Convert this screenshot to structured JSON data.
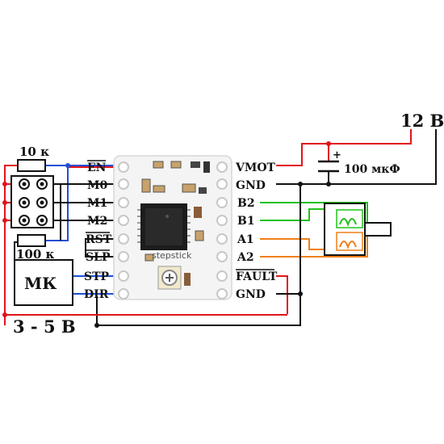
{
  "supply_high": "12 В",
  "supply_low": "3 - 5 В",
  "capacitor": {
    "value": "100 мкФ",
    "polarity": "+"
  },
  "resistor_top": "10 к",
  "resistor_bottom": "100 к",
  "mcu": "МК",
  "left_pins": {
    "en": "EN",
    "m0": "M0",
    "m1": "M1",
    "m2": "M2",
    "rst": "RST",
    "slp": "SLP",
    "stp": "STP",
    "dir": "DIR"
  },
  "right_pins": {
    "vmot": "VMOT",
    "gnd_top": "GND",
    "b2": "B2",
    "b1": "B1",
    "a1": "A1",
    "a2": "A2",
    "fault": "FAULT",
    "gnd_bottom": "GND"
  },
  "board_silk": "stepstick",
  "colors": {
    "power": "#e0141b",
    "ground": "#111111",
    "logic": "#1f4fd6",
    "coil_b": "#22c21b",
    "coil_a": "#f07f19"
  }
}
